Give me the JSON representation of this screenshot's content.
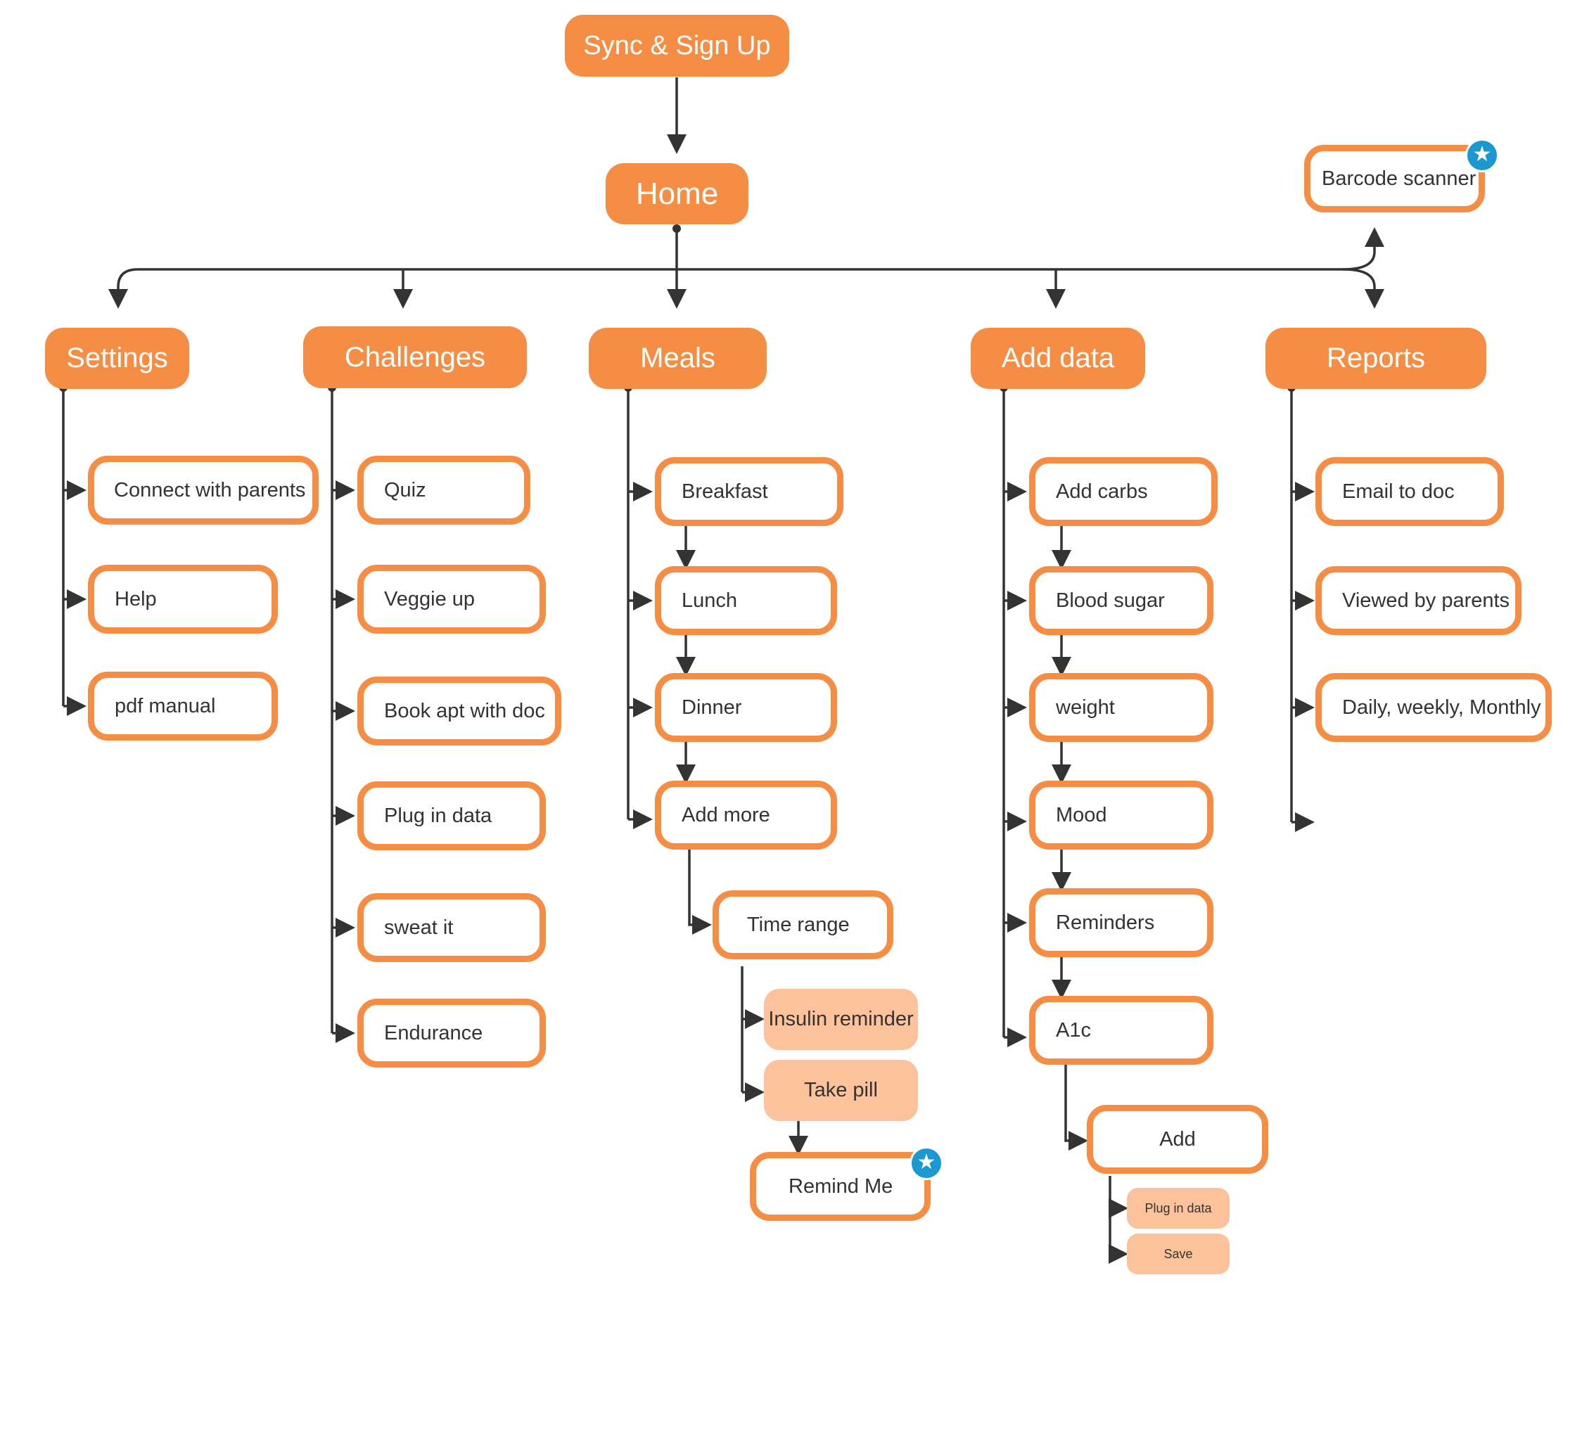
{
  "colors": {
    "primary": "#f68d45",
    "light": "#fcc29b",
    "star": "#1a98cf",
    "connector": "#333333"
  },
  "top": {
    "sync_signup": "Sync & Sign Up",
    "home": "Home"
  },
  "extras": {
    "barcode_scanner": "Barcode scanner",
    "star_icon": "★"
  },
  "settings": {
    "title": "Settings",
    "items": [
      "Connect with parents",
      "Help",
      "pdf manual"
    ]
  },
  "challenges": {
    "title": "Challenges",
    "items": [
      "Quiz",
      "Veggie up",
      "Book apt with doc",
      "Plug in data",
      "sweat it",
      "Endurance"
    ]
  },
  "meals": {
    "title": "Meals",
    "items": [
      "Breakfast",
      "Lunch",
      "Dinner",
      "Add more"
    ],
    "time_range": "Time range",
    "insulin_reminder": "Insulin reminder",
    "take_pill": "Take pill",
    "remind_me": "Remind Me"
  },
  "add_data": {
    "title": "Add data",
    "items": [
      "Add carbs",
      "Blood sugar",
      "weight",
      "Mood",
      "Reminders",
      "A1c"
    ],
    "add": "Add",
    "plug_in_data": "Plug in data",
    "save": "Save"
  },
  "reports": {
    "title": "Reports",
    "items": [
      "Email to doc",
      "Viewed by parents",
      "Daily, weekly, Monthly"
    ]
  }
}
